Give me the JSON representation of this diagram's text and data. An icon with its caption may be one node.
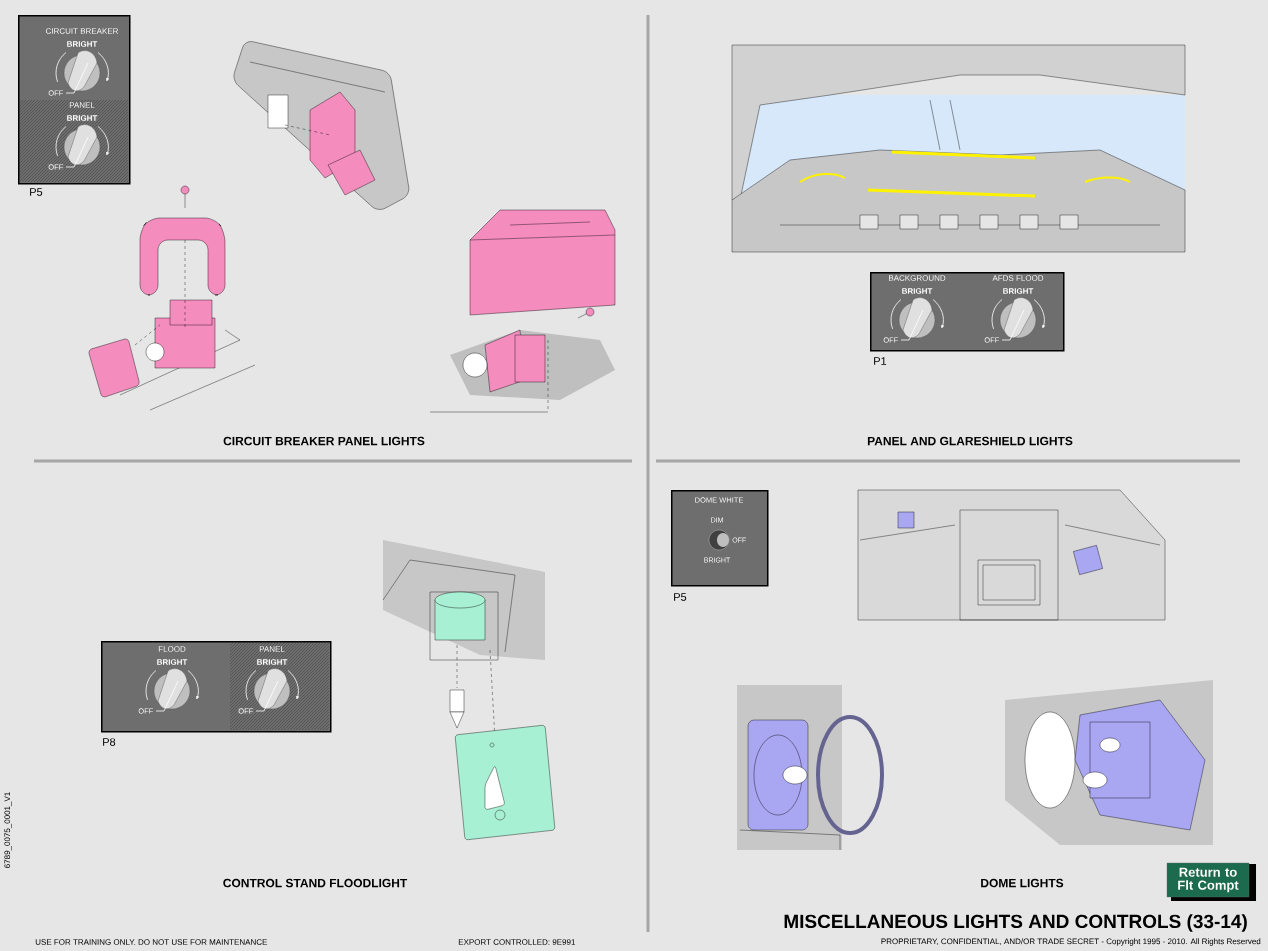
{
  "diagram": {
    "title": "MISCELLANEOUS LIGHTS AND CONTROLS (33-14)",
    "nodes": [
      {
        "text": [
          "CIRCUIT BREAKER",
          "BRIGHT",
          "OFF",
          "PANEL",
          "BRIGHT",
          "OFF"
        ],
        "beside": [
          "P5"
        ]
      },
      {
        "text": [
          "BACKGROUND",
          "BRIGHT",
          "OFF",
          "AFDS FLOOD",
          "BRIGHT",
          "OFF"
        ],
        "beside": [
          "P1"
        ]
      },
      {
        "text": [
          "DOME WHITE",
          "DIM",
          "OFF",
          "BRIGHT"
        ],
        "beside": [
          "P5"
        ]
      },
      {
        "text": [
          "FLOOD",
          "BRIGHT",
          "OFF",
          "PANEL",
          "BRIGHT",
          "OFF"
        ],
        "beside": [
          "P8"
        ]
      },
      {
        "text": [
          "Return to Flt Compt"
        ]
      }
    ],
    "labels": [
      "CIRCUIT BREAKER PANEL LIGHTS",
      "PANEL AND GLARESHIELD LIGHTS",
      "CONTROL STAND FLOODLIGHT",
      "DOME LIGHTS",
      "6789_0075_0001_V1",
      "USE FOR TRAINING ONLY. DO NOT USE FOR MAINTENANCE",
      "EXPORT CONTROLLED: 9E991",
      "PROPRIETARY, CONFIDENTIAL, AND/OR TRADE SECRET - Copyright 1995 - 2010. All Rights Reserved"
    ]
  }
}
